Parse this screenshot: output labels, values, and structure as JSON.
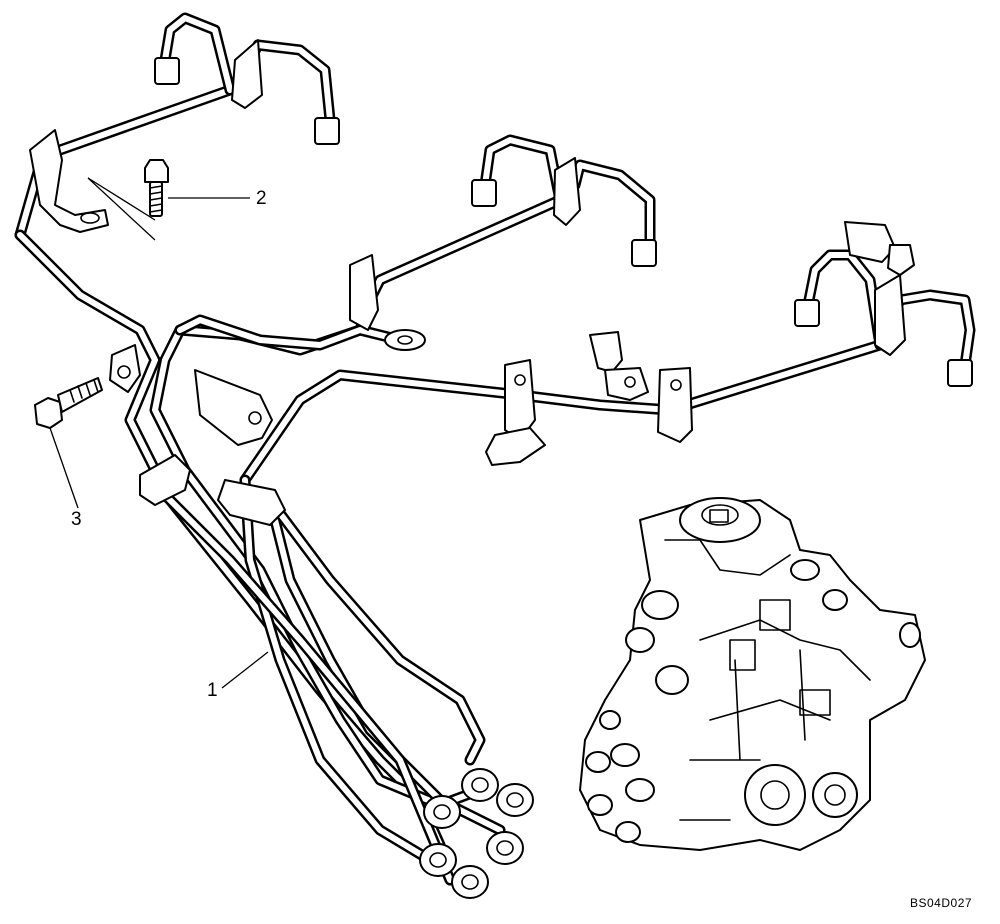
{
  "callouts": [
    {
      "id": "1",
      "label": "1"
    },
    {
      "id": "2",
      "label": "2"
    },
    {
      "id": "3",
      "label": "3"
    }
  ],
  "reference_code": "BS04D027",
  "line_color": "#000000",
  "background_color": "#ffffff"
}
